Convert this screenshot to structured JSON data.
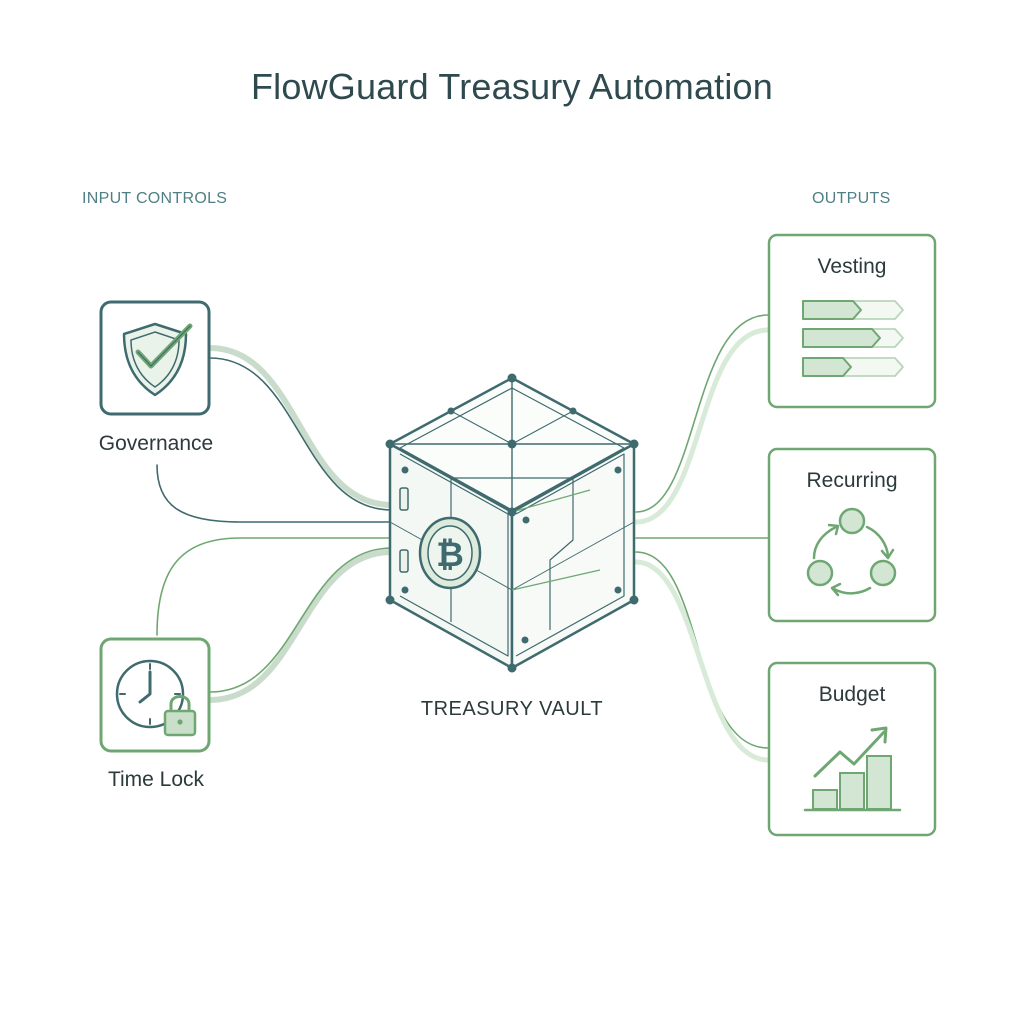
{
  "title": "FlowGuard Treasury Automation",
  "sections": {
    "inputs": "INPUT CONTROLS",
    "outputs": "OUTPUTS"
  },
  "inputs": [
    {
      "label": "Governance",
      "icon": "shield-check-icon"
    },
    {
      "label": "Time Lock",
      "icon": "clock-lock-icon"
    }
  ],
  "vault": {
    "label": "TREASURY VAULT",
    "icon": "bitcoin-coin-icon"
  },
  "outputs": [
    {
      "label": "Vesting",
      "icon": "progress-bars-icon"
    },
    {
      "label": "Recurring",
      "icon": "cycle-arrows-icon"
    },
    {
      "label": "Budget",
      "icon": "growth-chart-icon"
    }
  ],
  "colors": {
    "dark_teal": "#3f6a6e",
    "green": "#6fa772",
    "light_green": "#d8ead8",
    "text": "#2c3a3c",
    "label_teal": "#4f7f86"
  }
}
